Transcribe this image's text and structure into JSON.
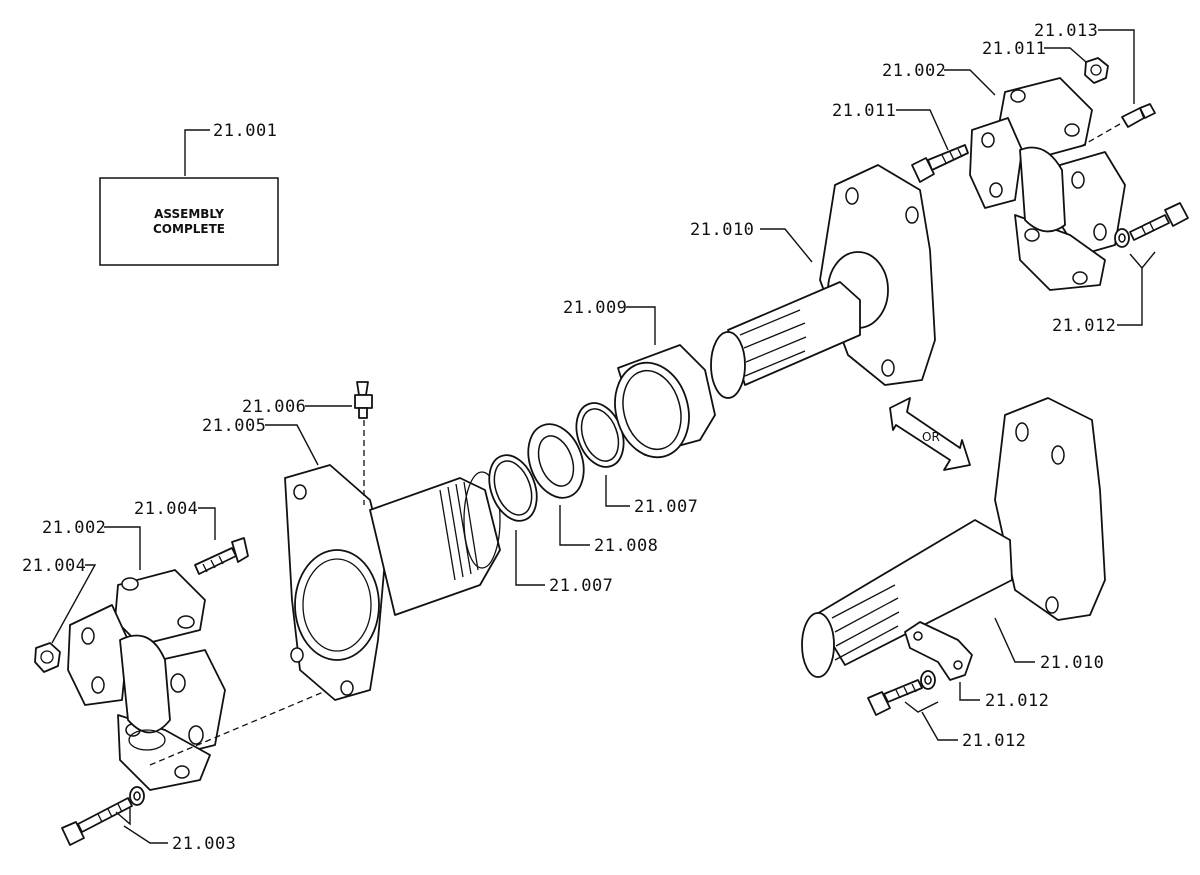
{
  "assembly_box": {
    "callout": "21.001",
    "line1": "ASSEMBLY",
    "line2": "COMPLETE"
  },
  "or_label": "OR",
  "callouts": {
    "left_grease_fitting": "21.006",
    "left_yoke": "21.005",
    "left_cross_bolt_top": "21.004",
    "left_cross_nut": "21.004",
    "left_cross": "21.002",
    "left_bolt_washer": "21.003",
    "snap_ring_outer": "21.007",
    "snap_ring_inner": "21.007",
    "seal": "21.008",
    "dust_cap": "21.009",
    "right_yoke_top": "21.010",
    "right_yoke_bottom": "21.010",
    "right_cross": "21.002",
    "right_bolt": "21.011",
    "right_nut": "21.011",
    "right_grease_fitting": "21.013",
    "right_bolt_washer": "21.012",
    "lock_plate": "21.012",
    "bottom_bolt_washer": "21.012"
  }
}
